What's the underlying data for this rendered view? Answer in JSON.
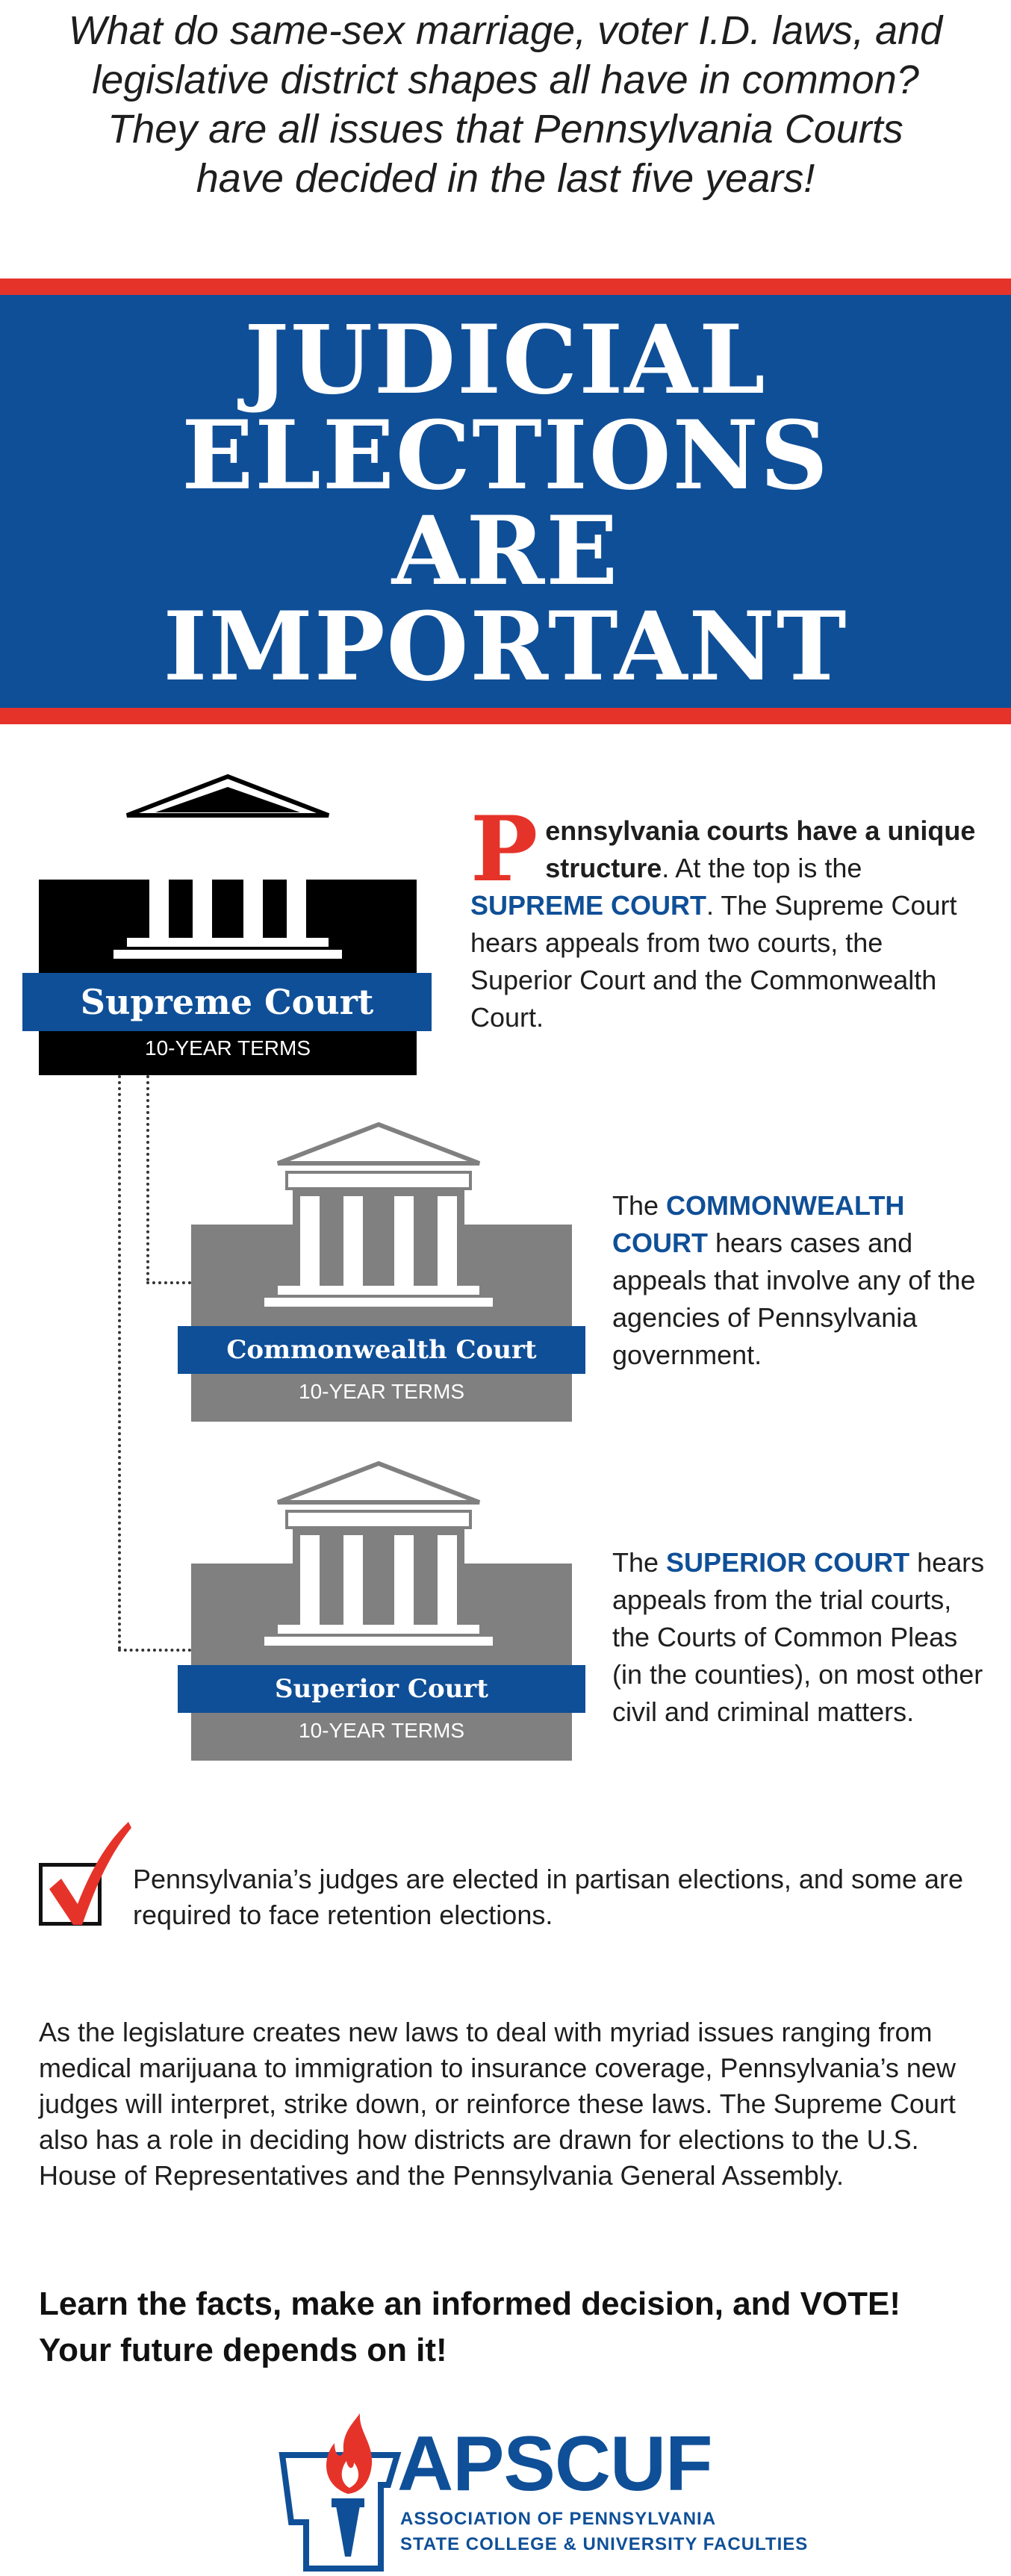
{
  "intro": {
    "lines": [
      "What do same-sex marriage, voter I.D. laws, and",
      "legislative district shapes all have in common?",
      "They are all issues that Pennsylvania Courts",
      "have decided in the last five years!"
    ]
  },
  "banner": {
    "lines": [
      "JUDICIAL",
      "ELECTIONS",
      "ARE",
      "IMPORTANT"
    ],
    "colors": {
      "blue": "#0f4f97",
      "red": "#e6332a"
    }
  },
  "supreme": {
    "label": "Supreme Court",
    "terms": "10-YEAR TERMS",
    "dropcap": "P",
    "lead_bold": "ennsylvania courts have a unique structure",
    "text_1": ". At the top is the ",
    "court_name": "SUPREME COURT",
    "text_2": ". The Supreme Court hears appeals from two courts, the Superior Court and the Commonwealth Court."
  },
  "commonwealth": {
    "label": "Commonwealth Court",
    "terms": "10-YEAR TERMS",
    "text_pre": "The ",
    "court_name": "COMMONWEALTH COURT",
    "text_post": " hears cases and appeals that involve any of the agencies of Pennsylvania government."
  },
  "superior": {
    "label": "Superior Court",
    "terms": "10-YEAR TERMS",
    "text_pre": "The ",
    "court_name": "SUPERIOR COURT",
    "text_post": " hears appeals from the trial courts, the Courts of Common Pleas (in the counties), on most other civil and criminal matters."
  },
  "elected": {
    "icon": "checkmark-icon",
    "text": "Pennsylvania’s judges are elected in partisan elections, and some are required to face retention elections."
  },
  "legislature": {
    "text": "As the legislature creates new laws to deal with myriad issues ranging from medical marijuana to immigration to insurance coverage, Pennsylvania’s new judges will interpret, strike down, or reinforce these laws. The Supreme Court also has a role in deciding how districts are drawn for elections to the U.S. House of Representatives and the Pennsylvania General Assembly."
  },
  "closing": {
    "text": "Learn the facts, make an informed decision, and VOTE! Your future depends on it!"
  },
  "logo": {
    "name": "APSCUF",
    "sub_line_1": "ASSOCIATION OF PENNSYLVANIA",
    "sub_line_2": "STATE COLLEGE & UNIVERSITY FACULTIES"
  }
}
